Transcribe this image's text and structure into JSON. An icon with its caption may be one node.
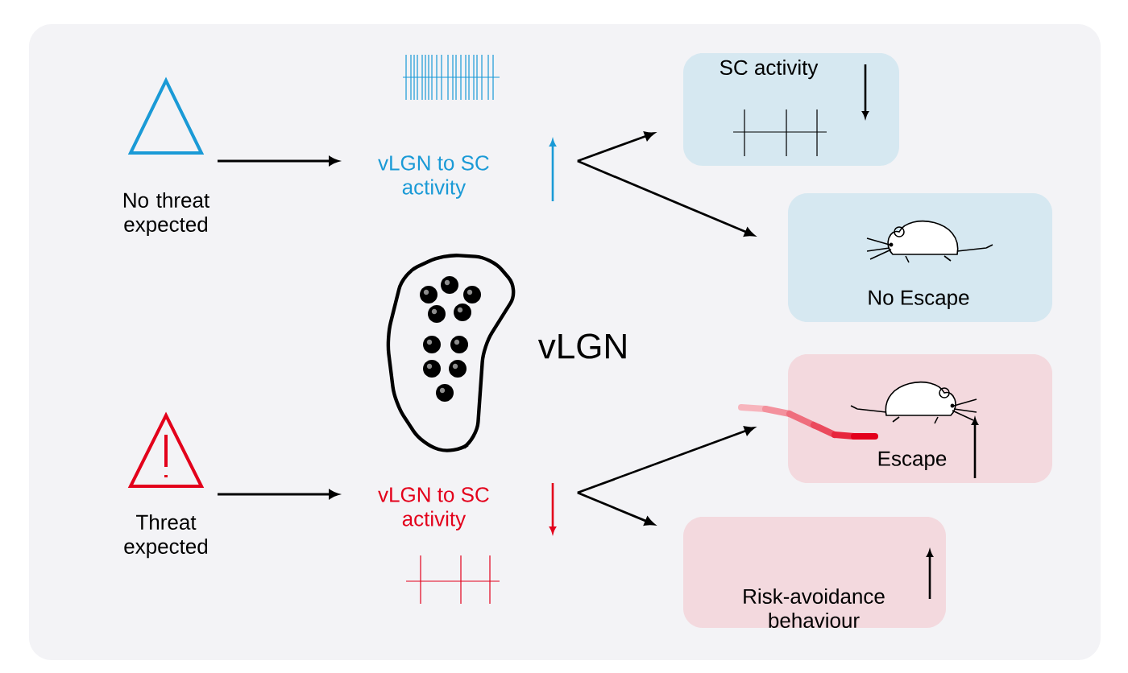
{
  "diagram": {
    "nodes": [
      {
        "text": [
          "No threat expected"
        ]
      },
      {
        "text": [
          "vLGN to SC activity"
        ]
      },
      {
        "text": [
          "SC activity"
        ]
      },
      {
        "text": [
          "No Escape"
        ]
      },
      {
        "text": [
          "Threat expected"
        ]
      },
      {
        "text": [
          "vLGN to SC activity"
        ]
      },
      {
        "text": [
          "Escape"
        ]
      },
      {
        "text": [
          "Risk-avoidance behaviour"
        ]
      }
    ],
    "edges": [
      {
        "from": 0,
        "to": 1,
        "arrow": "to"
      },
      {
        "from": 1,
        "to": 2,
        "arrow": "to"
      },
      {
        "from": 1,
        "to": 3,
        "arrow": "to"
      },
      {
        "from": 4,
        "to": 5,
        "arrow": "to"
      },
      {
        "from": 5,
        "to": 6,
        "arrow": "to"
      },
      {
        "from": 5,
        "to": 7,
        "arrow": "to"
      }
    ],
    "labels": [
      "vLGN"
    ]
  }
}
